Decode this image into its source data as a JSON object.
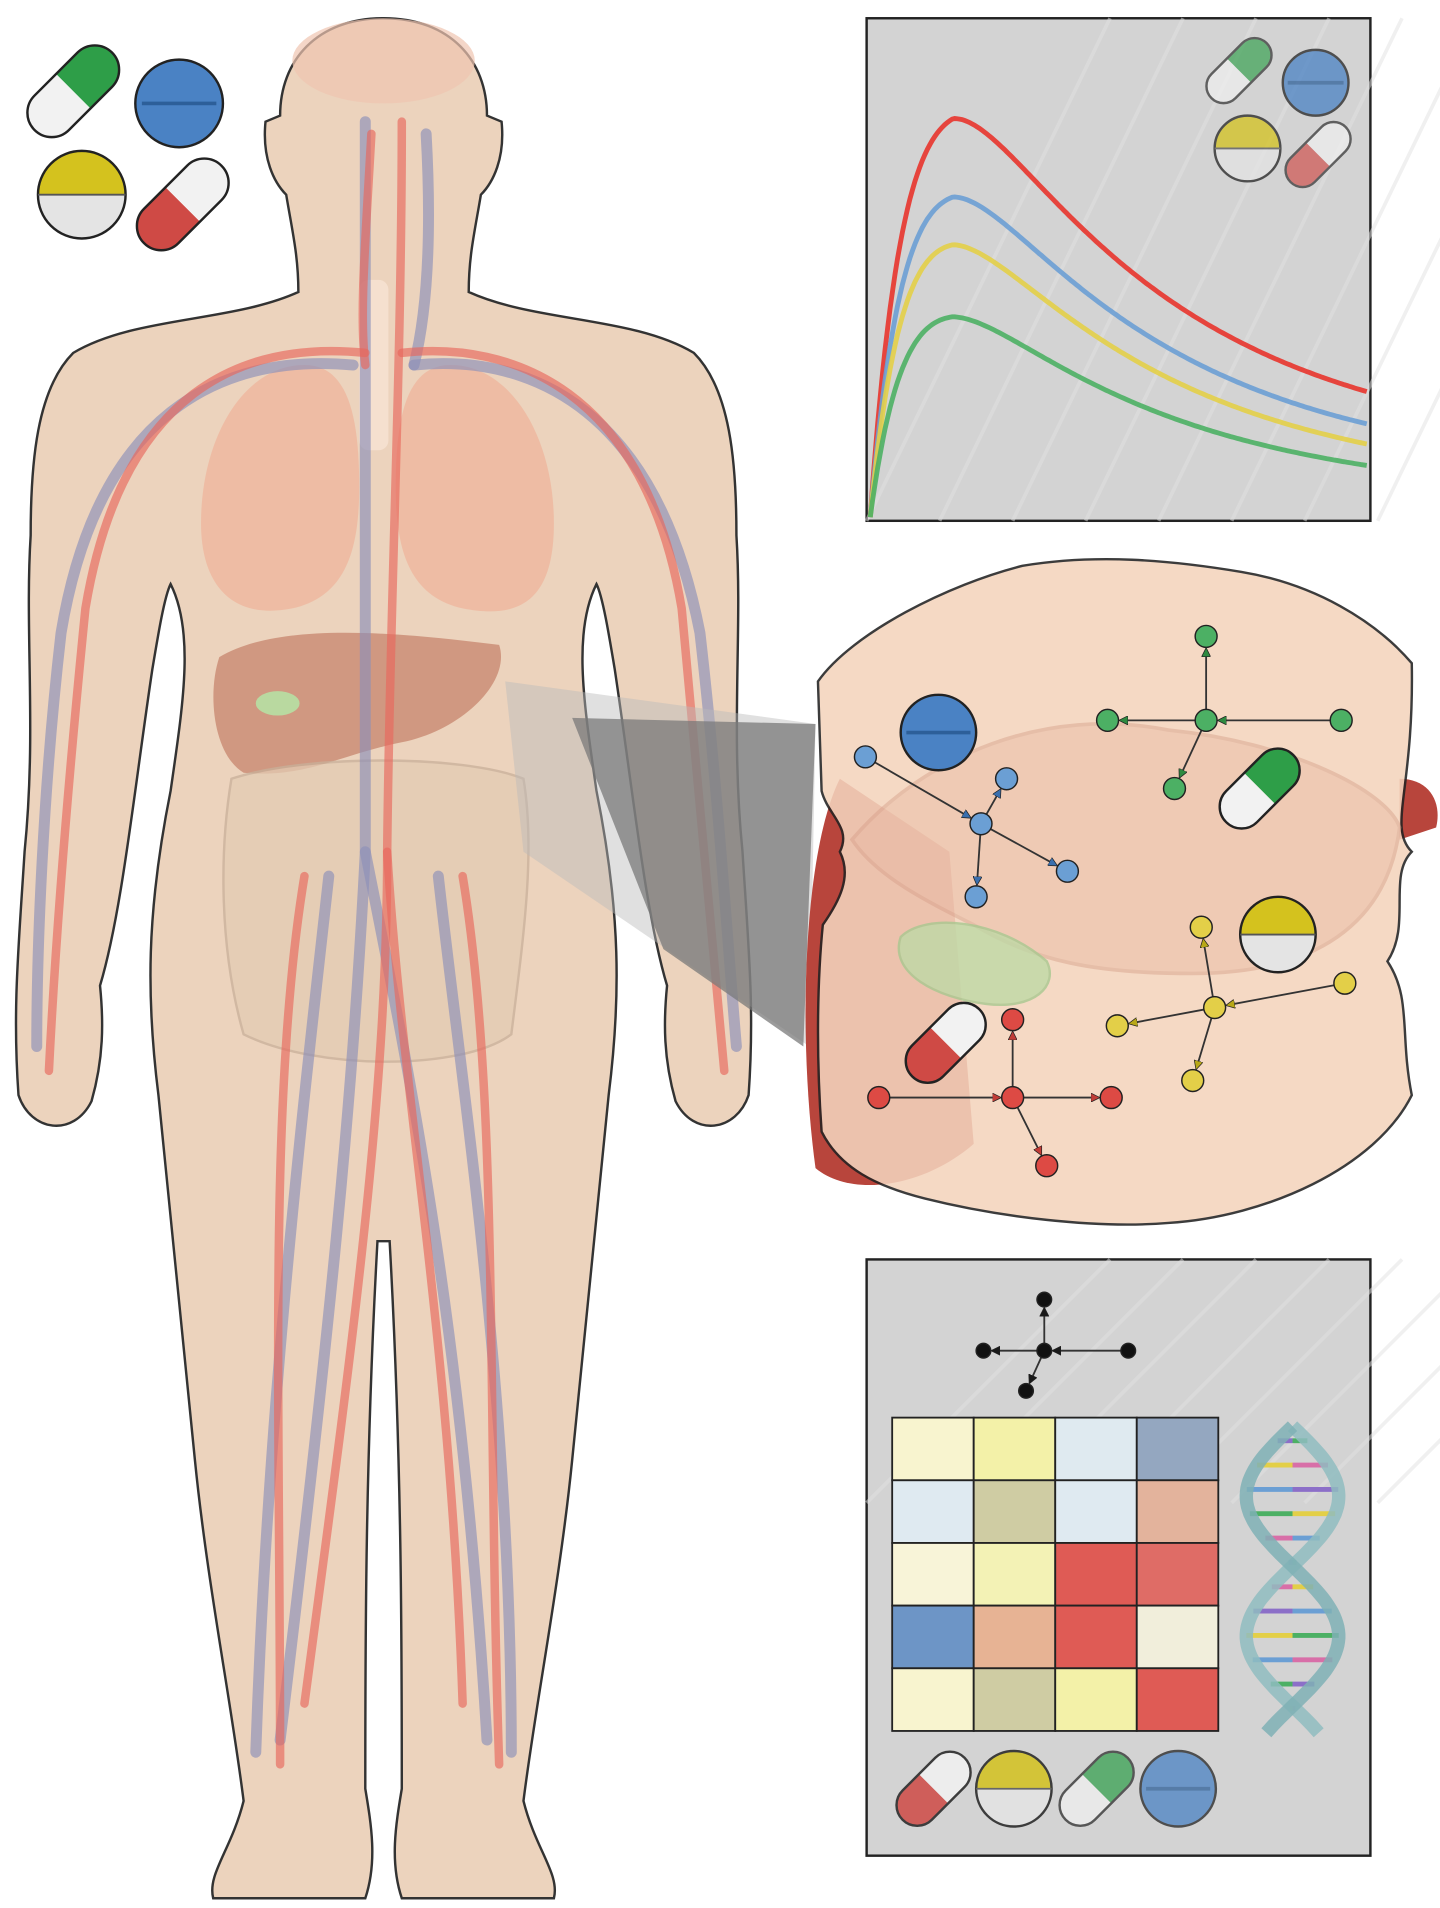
{
  "colors": {
    "skin": "#ecd3bd",
    "outline": "#333333",
    "artery": "#e8675c",
    "vein": "#8c8fb8",
    "organ": "#efb49c",
    "liver": "#b8453c",
    "panel": "#d3d3d3",
    "inset": "#f4d4bd"
  },
  "drugs": [
    {
      "id": "green",
      "form": "capsule",
      "color": "#2e9e48"
    },
    {
      "id": "blue",
      "form": "tablet",
      "color": "#4a82c4"
    },
    {
      "id": "yellow",
      "form": "split-tablet",
      "color": "#d4c21e"
    },
    {
      "id": "red",
      "form": "capsule",
      "color": "#cf4a45"
    }
  ],
  "pk_curves": [
    {
      "drug": "red",
      "color": "#e8342c",
      "peak": 0.89,
      "final": 0.32
    },
    {
      "drug": "blue",
      "color": "#6b9fd4",
      "peak": 0.71,
      "final": 0.21
    },
    {
      "drug": "yellow",
      "color": "#e3cf48",
      "peak": 0.6,
      "final": 0.14
    },
    {
      "drug": "green",
      "color": "#4cb064",
      "peak": 0.44,
      "final": 0.09
    }
  ],
  "heatmap": [
    [
      "#f8f4cf",
      "#f3f1a8",
      "#dfeaf0",
      "#94a7c0"
    ],
    [
      "#dfeaf1",
      "#cfcca3",
      "#dfeaf1",
      "#e3b39c"
    ],
    [
      "#f8f4d8",
      "#f3f2b5",
      "#df5b55",
      "#df6c66"
    ],
    [
      "#6d95c6",
      "#e7b394",
      "#df5b55",
      "#f1eedb"
    ],
    [
      "#f8f4cf",
      "#cfcca3",
      "#f3f1a8",
      "#df5b55"
    ]
  ],
  "dna_bar_colors": [
    "#4cb064",
    "#d86fa8",
    "#8c6fc8",
    "#e3cf48",
    "#6b9fd4"
  ]
}
